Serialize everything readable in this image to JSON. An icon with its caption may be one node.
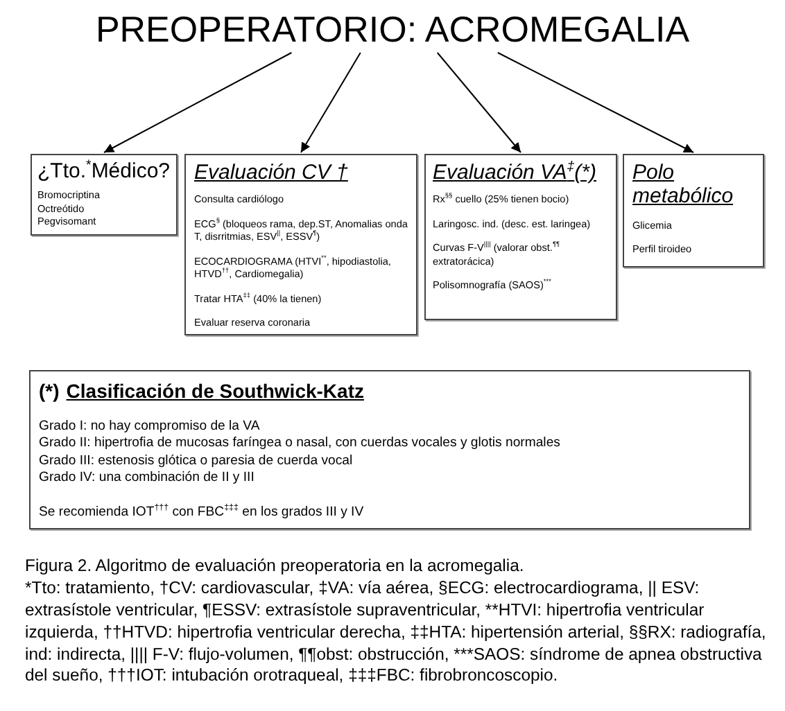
{
  "diagram": {
    "caption": "Figura 2. Algoritmo de evaluación preoperatoria en la acromegalia.",
    "nodes": [
      {
        "text": [
          "PREOPERATORIO: ACROMEGALIA"
        ]
      },
      {
        "text": [
          "¿Tto.$^{*}$Médico?",
          "Bromocriptina",
          "Octreótido",
          "Pegvisomant"
        ]
      },
      {
        "text": [
          "Evaluación CV †",
          "Consulta cardiólogo",
          "ECG$^{§}$ (bloqueos rama, dep.ST, Anomalias onda T, disrritmias, ESV$^{||}$, ESSV$^{¶}$)",
          "ECOCARDIOGRAMA (HTVI$^{**}$, hipodiastolia, HTVD$^{††}$, Cardiomegalia)",
          "Tratar HTA$^{‡‡}$ (40% la tienen)",
          "Evaluar reserva coronaria"
        ]
      },
      {
        "text": [
          "Evaluación VA$^{‡}$(*)",
          "Rx$^{§§}$ cuello (25% tienen bocio)",
          "Laringosc. ind. (desc. est. laringea)",
          "Curvas F-V$^{||||}$ (valorar obst.$^{¶¶}$ extratorácica)",
          "Polisomnografía (SAOS)$^{***}$"
        ]
      },
      {
        "text": [
          "Polo metabólico",
          "Glicemia",
          "Perfil tiroideo"
        ]
      },
      {
        "text": [
          "(*)",
          "Clasificación de Southwick-Katz",
          "Grado I: no hay compromiso de la VA",
          "Grado II: hipertrofia de mucosas faríngea o nasal, con cuerdas vocales y glotis normales",
          "Grado III: estenosis glótica o paresia de cuerda vocal",
          "Grado IV: una combinación de II y III",
          "Se recomienda IOT$^{†††}$ con FBC$^{‡‡‡}$ en los grados III y IV"
        ]
      }
    ],
    "edges": [
      {
        "from": 0,
        "to": 1,
        "arrow": "to"
      },
      {
        "from": 0,
        "to": 2,
        "arrow": "to"
      },
      {
        "from": 0,
        "to": 3,
        "arrow": "to"
      },
      {
        "from": 0,
        "to": 4,
        "arrow": "to"
      }
    ],
    "labels": [
      "*Tto: tratamiento, †CV: cardiovascular, ‡VA: vía aérea, §ECG: electrocardiograma, || ESV: extrasístole ventricular, ¶ESSV: extrasístole supraventricular, **HTVI: hipertrofia ventricular izquierda, ††HTVD: hipertrofia ventricular derecha, ‡‡HTA: hipertensión arterial, §§RX: radiografía, ind: indirecta, |||| F-V: flujo-volumen, ¶¶obst: obstrucción, ***SAOS: síndrome de apnea obstructiva del sueño, †††IOT: intubación orotraqueal, ‡‡‡FBC: fibrobroncoscopio."
    ]
  }
}
